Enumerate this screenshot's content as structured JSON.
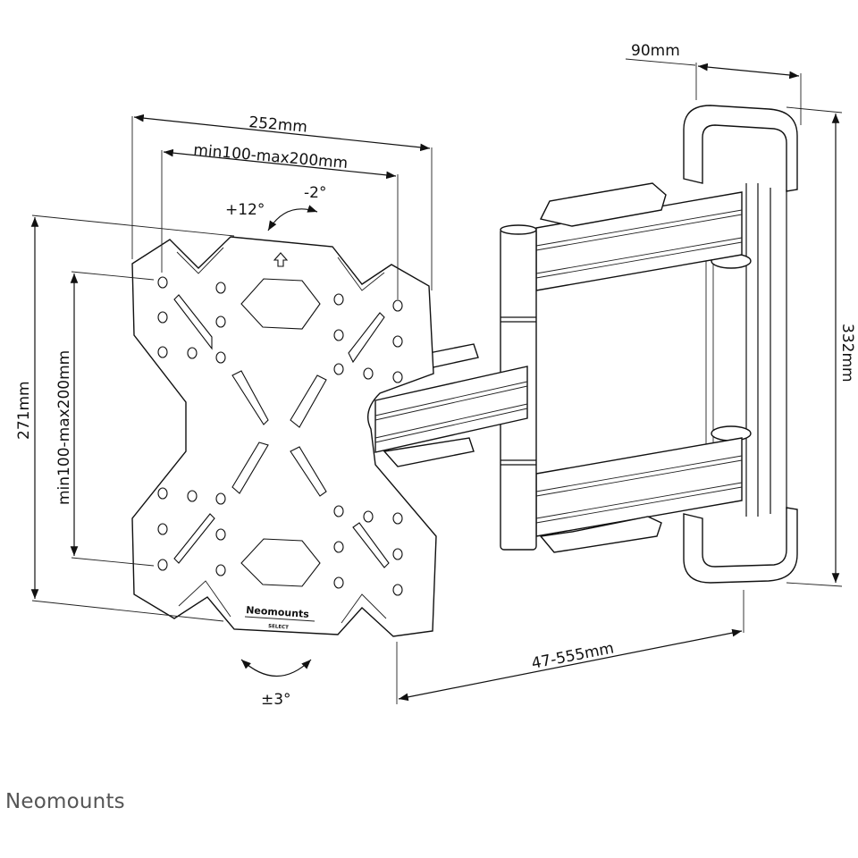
{
  "dimensions": {
    "plate_width": "252mm",
    "vesa_horizontal": "min100-max200mm",
    "plate_height": "271mm",
    "vesa_vertical": "min100-max200mm",
    "wall_plate_depth": "90mm",
    "wall_plate_height": "332mm",
    "extension": "47-555mm"
  },
  "angles": {
    "tilt_up": "+12°",
    "tilt_down": "-2°",
    "rotation": "±3°"
  },
  "plate_logo": {
    "brand": "Neomounts",
    "sub": "SELECT"
  },
  "footer": {
    "brand": "Neomounts"
  },
  "colors": {
    "line": "#111111",
    "brand_text": "#555555"
  }
}
